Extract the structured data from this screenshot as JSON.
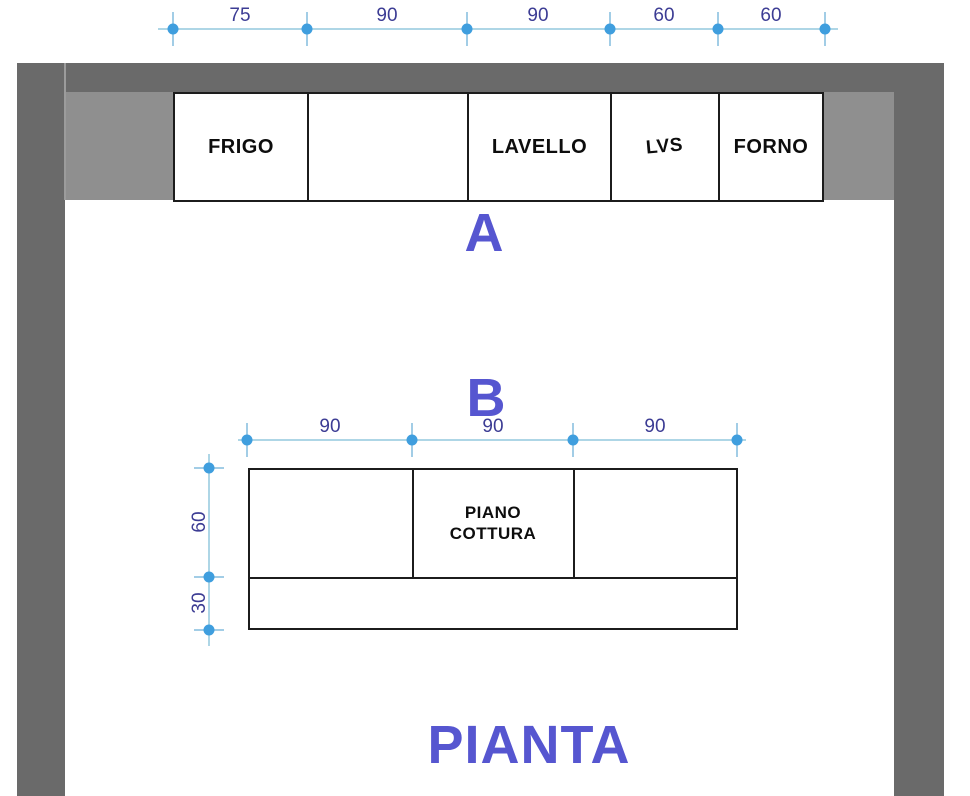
{
  "plan": {
    "title": "PIANTA",
    "section_a": {
      "label": "A",
      "dims": [
        "75",
        "90",
        "90",
        "60",
        "60"
      ],
      "cabinets": {
        "frigo": "FRIGO",
        "lavello": "LAVELLO",
        "lvs": "LVS",
        "forno": "FORNO"
      }
    },
    "section_b": {
      "label": "B",
      "top_dims": [
        "90",
        "90",
        "90"
      ],
      "side_dims": [
        "60",
        "30"
      ],
      "cooktop": "PIANO\nCOTTURA"
    },
    "colors": {
      "wall": "#6a6a6a",
      "counter": "#8f8f8f",
      "dim_line": "#aed6e6",
      "dim_dot": "#3f9ede",
      "dim_text": "#3c3c94",
      "heading": "#5656d0",
      "box_border": "#1c1c1c"
    }
  }
}
